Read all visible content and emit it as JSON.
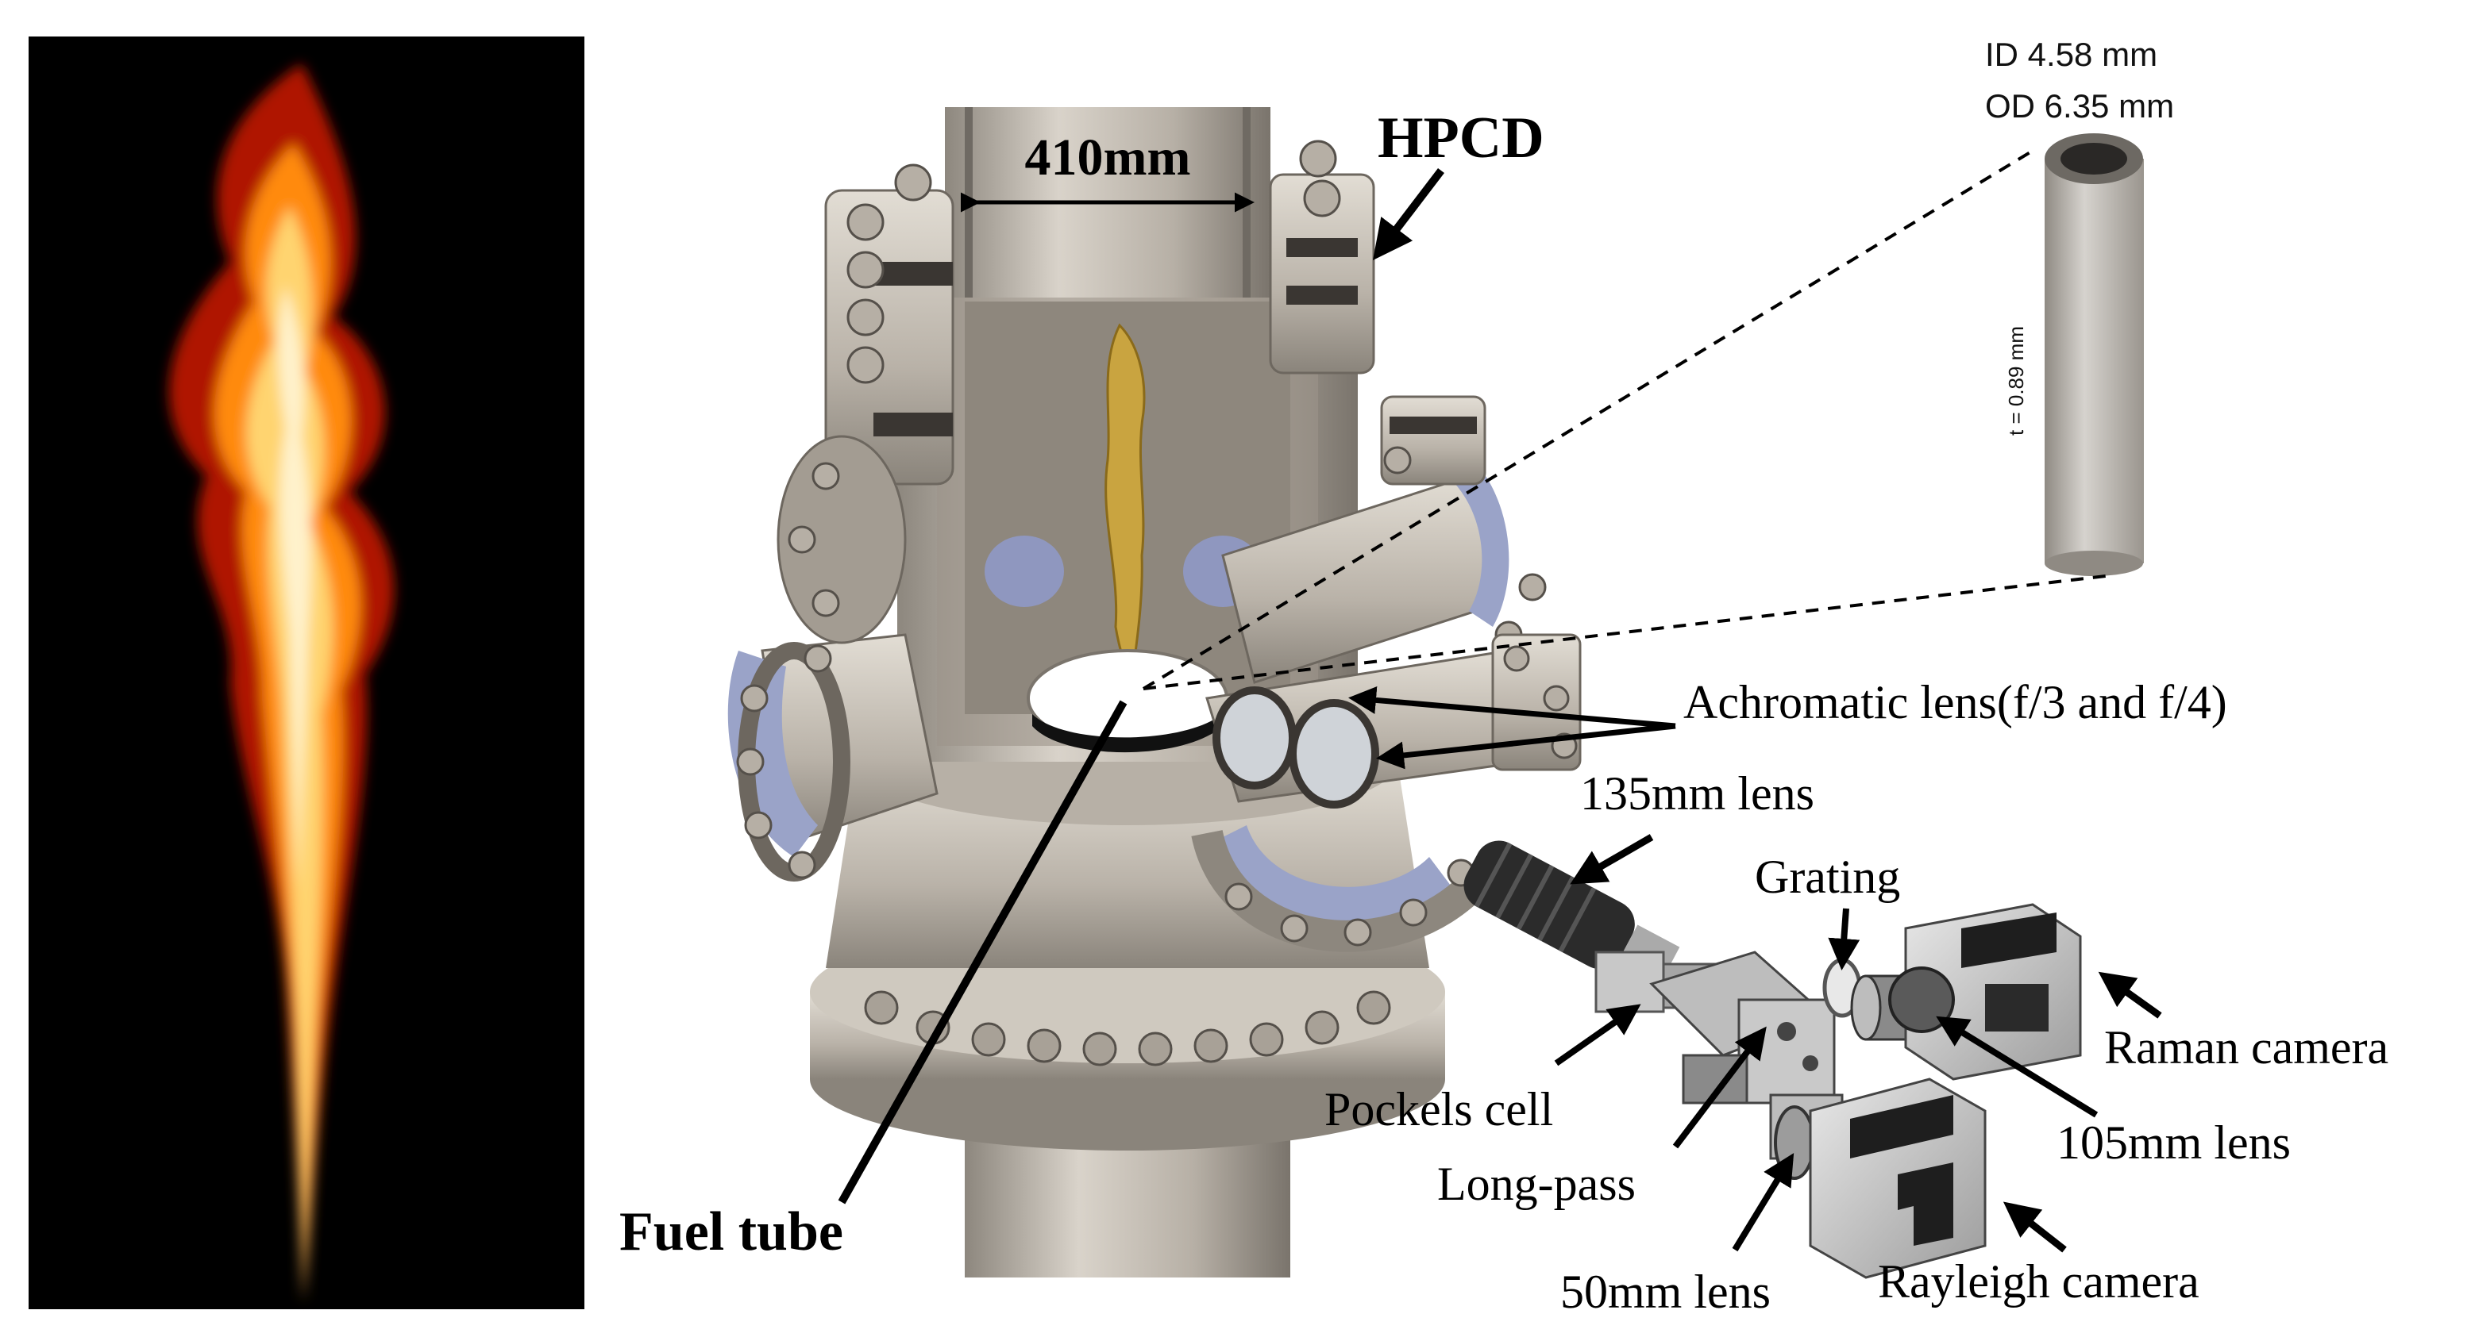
{
  "labels": {
    "dimension": "410mm",
    "hpcd": "HPCD",
    "fuel_tube": "Fuel tube",
    "tube_id": "ID 4.58 mm",
    "tube_od": "OD 6.35 mm",
    "tube_thickness": "t = 0.89 mm",
    "achromatic": "Achromatic lens(f/3 and f/4)",
    "lens135": "135mm lens",
    "grating": "Grating",
    "raman": "Raman camera",
    "pockels": "Pockels cell",
    "lens105": "105mm lens",
    "longpass": "Long-pass",
    "lens50": "50mm lens",
    "rayleigh": "Rayleigh camera"
  },
  "colors": {
    "flame_bg": "#000000",
    "flame_core": "#ffe9b0",
    "flame_mid": "#ffb020",
    "flame_outer": "#d02000",
    "steel_light": "#d8d2c8",
    "steel_dark": "#7a746c",
    "window_blue": "#9aa3c8",
    "camera_body": "#cfcfcf"
  }
}
